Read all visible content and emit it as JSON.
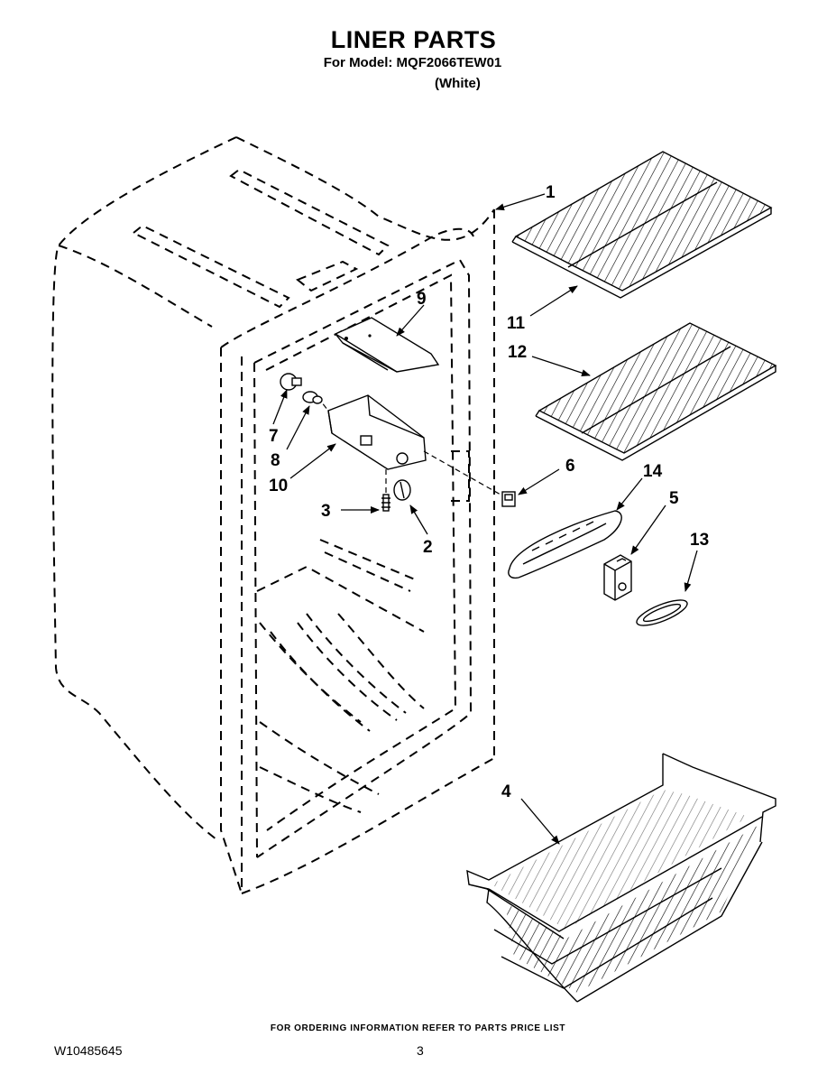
{
  "header": {
    "title": "LINER PARTS",
    "model_line": "For Model: MQF2066TEW01",
    "color_line": "(White)"
  },
  "callouts": [
    "1",
    "2",
    "3",
    "4",
    "5",
    "6",
    "7",
    "8",
    "9",
    "10",
    "11",
    "12",
    "13",
    "14"
  ],
  "footer": {
    "ordering_note": "FOR ORDERING INFORMATION REFER TO PARTS PRICE LIST",
    "document_number": "W10485645",
    "page_number": "3"
  }
}
